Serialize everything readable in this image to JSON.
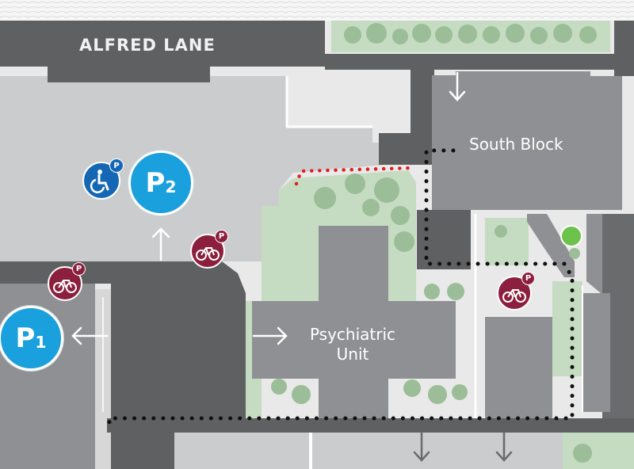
{
  "roads": {
    "alfred_lane": "ALFRED LANE"
  },
  "buildings": {
    "south_block": "South Block",
    "psychiatric_unit": "Psychiatric Unit"
  },
  "parking": {
    "p1": {
      "letter": "P",
      "number": "1"
    },
    "p2": {
      "letter": "P",
      "number": "2"
    },
    "small_p": "P"
  },
  "icons": [
    "accessible-parking-icon",
    "bicycle-parking-icon",
    "direction-arrow-icon",
    "green-dot-marker-icon"
  ],
  "colors": {
    "road": "#5f6062",
    "building": "#8e9093",
    "building_light": "#cbcccd",
    "parking_blue": "#1aa0dc",
    "bike_maroon": "#8b1f3d",
    "green_space": "#c5dcc3",
    "red_route": "#e02020",
    "black_route": "#111111"
  }
}
